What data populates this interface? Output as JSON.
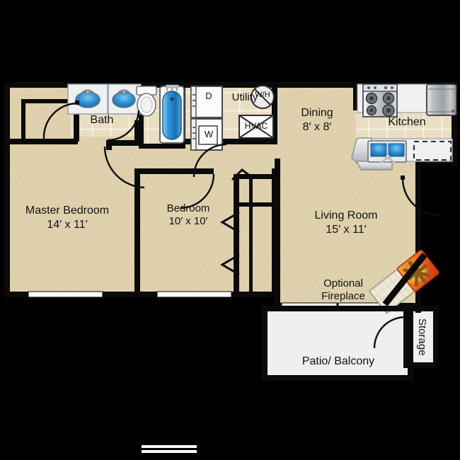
{
  "plan": {
    "title": "Apartment Floor Plan",
    "background_color": "#000000",
    "carpet_color": "#e4d4a9",
    "tile_color": "#e9dec2",
    "wall_color": "#0a0a0a",
    "patio_color": "#efefef",
    "grout_color": "#fbf8ef",
    "fixture_white": "#f3f3f3",
    "metal_color": "#bfc3c6",
    "water_blue": "#2a8fd4",
    "fireplace_orange": "#e8611b"
  },
  "rooms": [
    {
      "id": "master-bedroom",
      "name": "Master Bedroom",
      "dimensions": "14′ x 11′",
      "floor": "carpet"
    },
    {
      "id": "bedroom",
      "name": "Bedroom",
      "dimensions": "10′ x 10′",
      "floor": "carpet"
    },
    {
      "id": "bath",
      "name": "Bath",
      "dimensions": "",
      "floor": "tile"
    },
    {
      "id": "utility",
      "name": "Utility",
      "dimensions": "",
      "floor": "tile"
    },
    {
      "id": "dining",
      "name": "Dining",
      "dimensions": "8′ x 8′",
      "floor": "carpet"
    },
    {
      "id": "kitchen",
      "name": "Kitchen",
      "dimensions": "",
      "floor": "tile"
    },
    {
      "id": "living-room",
      "name": "Living Room",
      "dimensions": "15′ x 11′",
      "floor": "carpet"
    },
    {
      "id": "patio-balcony",
      "name": "Patio/ Balcony",
      "dimensions": "",
      "floor": "concrete"
    },
    {
      "id": "storage",
      "name": "Storage",
      "dimensions": "",
      "floor": "concrete"
    }
  ],
  "features": [
    {
      "id": "optional-fireplace",
      "label_line1": "Optional",
      "label_line2": "Fireplace"
    }
  ],
  "appliances": [
    {
      "id": "dryer",
      "label": "D",
      "room": "utility"
    },
    {
      "id": "washer",
      "label": "W",
      "room": "utility"
    },
    {
      "id": "water-heater",
      "label": "W/H",
      "room": "utility"
    },
    {
      "id": "hvac",
      "label": "HVAC",
      "room": "utility"
    },
    {
      "id": "range",
      "label": "",
      "room": "kitchen"
    },
    {
      "id": "refrigerator",
      "label": "",
      "room": "kitchen"
    },
    {
      "id": "kitchen-sink",
      "label": "",
      "room": "kitchen"
    },
    {
      "id": "dishwasher",
      "label": "",
      "room": "kitchen"
    },
    {
      "id": "bathtub",
      "label": "",
      "room": "bath"
    },
    {
      "id": "toilet",
      "label": "",
      "room": "bath"
    },
    {
      "id": "vanity-sink-left",
      "label": "",
      "room": "bath"
    },
    {
      "id": "vanity-sink-right",
      "label": "",
      "room": "bath"
    }
  ],
  "labels": {
    "master_bedroom": "Master Bedroom",
    "master_bedroom_dim": "14′ x 11′",
    "bedroom": "Bedroom",
    "bedroom_dim": "10′ x 10′",
    "bath": "Bath",
    "utility": "Utility",
    "dining": "Dining",
    "dining_dim": "8′ x 8′",
    "kitchen": "Kitchen",
    "living_room": "Living Room",
    "living_room_dim": "15′ x 11′",
    "optional": "Optional",
    "fireplace": "Fireplace",
    "patio_balcony": "Patio/ Balcony",
    "storage": "Storage",
    "dryer": "D",
    "washer": "W",
    "water_heater": "W/H",
    "hvac": "HVAC"
  },
  "scale_bar": {
    "visible": true
  }
}
